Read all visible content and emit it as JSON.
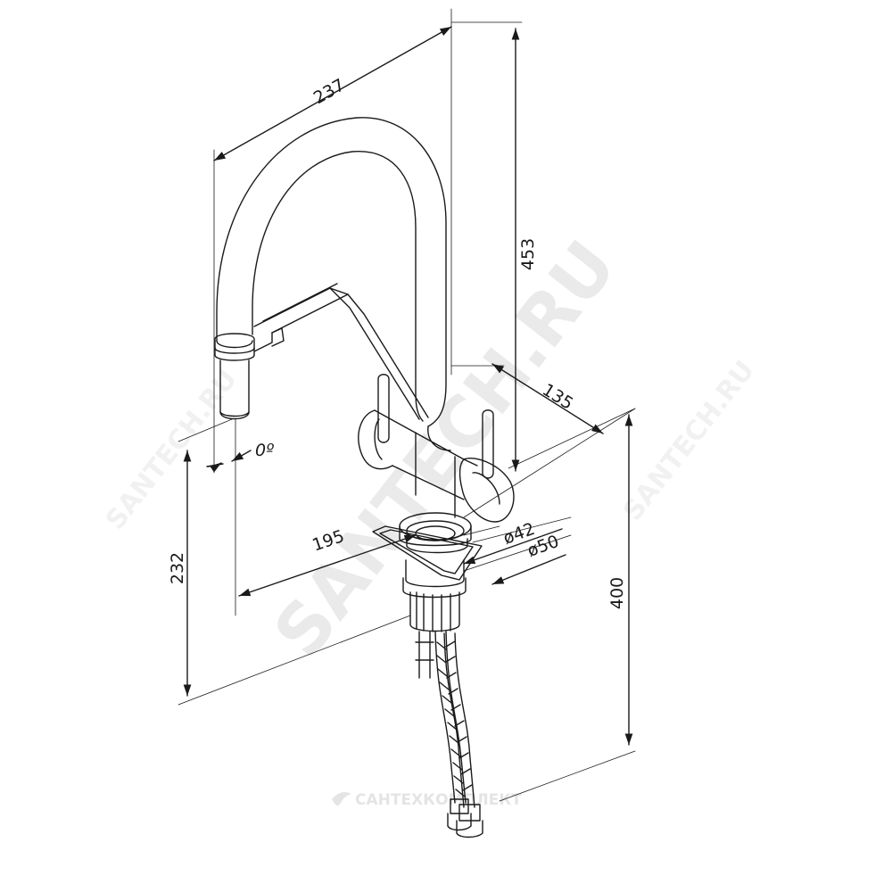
{
  "dimensions": {
    "spout_reach": "237",
    "total_height": "453",
    "handle_depth": "135",
    "outlet_angle": "0º",
    "outlet_height": "232",
    "spout_offset": "195",
    "diameter_top": "ø42",
    "diameter_base": "ø50",
    "hose_length": "400"
  },
  "watermarks": {
    "main": "SANTECH.RU",
    "side_left": "SANTECH.RU",
    "side_right": "SANTECH.RU",
    "footer": "САНТЕХКОМПЛЕКТ"
  },
  "colors": {
    "line": "#1a1a1a",
    "watermark": "#000000"
  }
}
